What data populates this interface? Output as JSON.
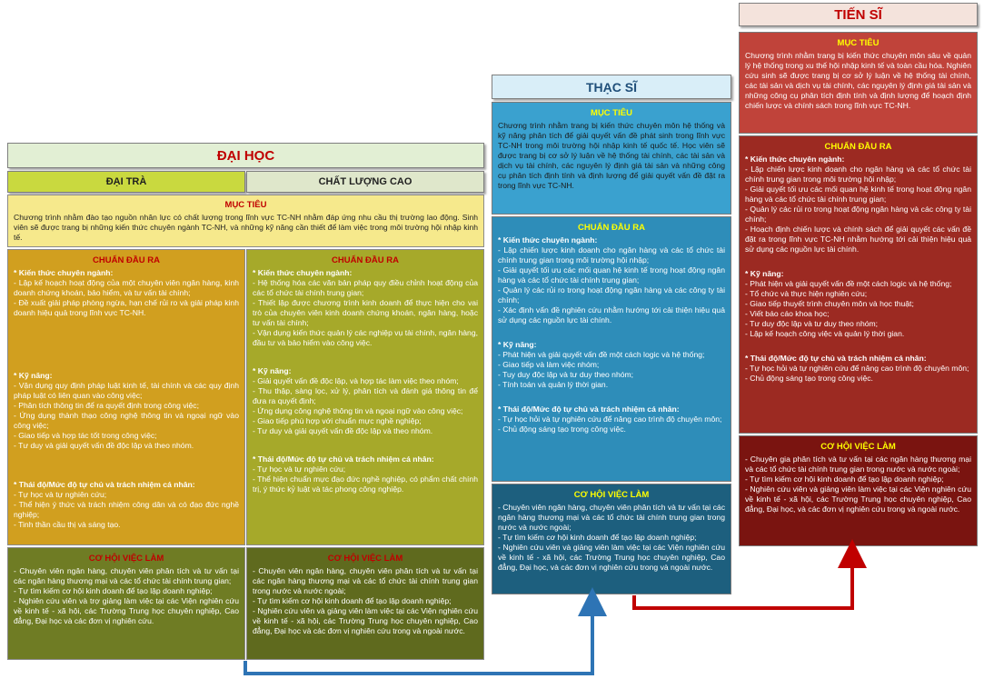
{
  "colors": {
    "dh_header_bg": "#e2efd4",
    "dh_header_text": "#c00000",
    "dai_tra_bg": "#c9d93f",
    "clc_bg": "#dfe7cb",
    "muc_tieu_dh_bg": "#f6e98c",
    "chuan_dt_bg": "#d19f1f",
    "chuan_clc_bg": "#a6a92a",
    "co_hoi_dt_bg": "#6f7c24",
    "co_hoi_clc_bg": "#5f6a1e",
    "dh_title_text": "#c00000",
    "ths_header_bg": "#d9eef8",
    "ths_header_text": "#1f4e79",
    "ths_muc_tieu_bg": "#3aa1cf",
    "ths_chuan_bg": "#2e8db9",
    "ths_co_hoi_bg": "#1d5f7e",
    "ts_header_bg": "#f4e3dc",
    "ts_header_text": "#c00000",
    "ts_muc_tieu_bg": "#c0433a",
    "ts_chuan_bg": "#9c2a22",
    "ts_co_hoi_bg": "#7a1410",
    "title_yellow": "#ffff00",
    "blue_arrow": "#2e74b5",
    "red_arrow": "#c00000"
  },
  "dai_hoc": {
    "header": "ĐẠI HỌC",
    "col_dai_tra": "ĐẠI TRÀ",
    "col_clc": "CHẤT LƯỢNG CAO",
    "muc_tieu": {
      "title": "MỤC TIÊU",
      "text": "Chương trình nhằm đào tạo nguồn nhân lực có chất lượng trong lĩnh vực TC-NH nhằm đáp ứng nhu cầu thị trường lao động. Sinh viên sẽ được trang bị những kiến thức chuyên ngành TC-NH, và những kỹ năng cần thiết để làm việc trong môi trường hội nhập kinh tế."
    },
    "dai_tra": {
      "chuan_title": "CHUẨN ĐẦU RA",
      "kien_thuc_h": "* Kiến thức chuyên ngành:",
      "kien_thuc": [
        "- Lập kế hoạch hoạt động của một chuyên viên ngân hàng, kinh doanh chứng khoán, bảo hiểm, và tư vấn tài chính;",
        "- Đề xuất giải pháp phòng ngừa, hạn chế rủi ro và giải pháp kinh doanh hiệu quả trong lĩnh vực TC-NH."
      ],
      "ky_nang_h": "* Kỹ năng:",
      "ky_nang": [
        "- Vận dụng quy định pháp luật kinh tế, tài chính và các quy định pháp luật có liên quan vào công việc;",
        "- Phân tích thông tin để ra quyết định trong công việc;",
        "- Ứng dụng thành thạo công nghệ thông tin và ngoại ngữ vào công việc;",
        "- Giao tiếp và hợp tác tốt trong công việc;",
        "- Tư duy và giải quyết vấn đề độc lập và theo nhóm."
      ],
      "thai_do_h": "* Thái độ/Mức độ tự chủ và trách nhiệm cá nhân:",
      "thai_do": [
        "- Tự học và tự nghiên cứu;",
        "- Thể hiện ý thức và trách nhiệm công dân và có đạo đức nghề nghiệp;",
        "- Tinh thần cầu thị và sáng tạo."
      ],
      "co_hoi_title": "CƠ HỘI VIỆC LÀM",
      "co_hoi": [
        "- Chuyên viên ngân hàng, chuyên viên phân tích và tư vấn tại các ngân hàng thương mại và các tổ chức tài chính trung gian;",
        "- Tự tìm kiếm cơ hội kinh doanh để tạo lập doanh nghiệp;",
        "- Nghiên cứu viên và trợ giảng làm việc tại các Viện nghiên cứu về kinh tế - xã hội, các Trường Trung học chuyên nghiệp, Cao đẳng, Đại học và các đơn vị nghiên cứu."
      ]
    },
    "clc": {
      "chuan_title": "CHUẨN ĐẦU RA",
      "kien_thuc_h": "* Kiến thức chuyên ngành:",
      "kien_thuc": [
        "- Hệ thống hóa các văn bản pháp quy điều chỉnh hoạt động của các tổ chức tài chính trung gian;",
        "- Thiết lập được chương trình kinh doanh để thực hiện cho vai trò của chuyên viên kinh doanh chứng khoán, ngân hàng, hoặc tư vấn tài chính;",
        "- Vận dụng kiến thức quản lý các nghiệp vụ tài chính, ngân hàng, đầu tư và bảo hiểm vào công việc."
      ],
      "ky_nang_h": "* Kỹ năng:",
      "ky_nang": [
        "- Giải quyết vấn đề độc lập, và hợp tác làm việc theo nhóm;",
        "- Thu thập, sàng lọc, xử lý, phân tích và đánh giá thông tin để đưa ra quyết định;",
        "- Ứng dụng công nghệ thông tin và ngoại ngữ vào công việc;",
        "- Giao tiếp phù hợp với chuẩn mực nghề nghiệp;",
        "- Tư duy và giải quyết vấn đề độc lập và theo nhóm."
      ],
      "thai_do_h": "* Thái độ/Mức độ tự chủ và trách nhiệm cá nhân:",
      "thai_do": [
        "- Tự học và tự nghiên cứu;",
        "- Thể hiện chuẩn mực đạo đức nghề nghiệp, có phẩm chất chính trị, ý thức kỷ luật và tác phong công nghiệp."
      ],
      "co_hoi_title": "CƠ HỘI VIỆC LÀM",
      "co_hoi": [
        "- Chuyên viên ngân hàng, chuyên viên phân tích và tư vấn tại các ngân hàng thương mại và các tổ chức tài chính trung gian trong nước và nước ngoài;",
        "- Tự tìm kiếm cơ hội kinh doanh để tạo lập doanh nghiệp;",
        "- Nghiên cứu viên và giảng viên làm việc tại các Viện nghiên cứu về kinh tế - xã hội, các Trường Trung học chuyên nghiệp, Cao đẳng, Đại học và các đơn vị nghiên cứu trong và ngoài nước."
      ]
    }
  },
  "thac_si": {
    "header": "THẠC SĨ",
    "muc_tieu": {
      "title": "MỤC TIÊU",
      "text": "Chương trình nhằm trang bị kiến thức chuyên môn hệ thống và kỹ năng phân tích để giải quyết vấn đề phát sinh trong lĩnh vực TC-NH trong môi trường hội nhập kinh tế quốc tế. Học viên sẽ được trang bị cơ sở lý luận về hệ thống tài chính, các tài sản và dịch vụ tài chính, các nguyên lý định giá tài sản và những công cụ phân tích định tính và định lượng để giải quyết vấn đề đặt ra trong lĩnh vực TC-NH."
    },
    "chuan_title": "CHUẨN ĐẦU RA",
    "kien_thuc_h": "* Kiến thức chuyên ngành:",
    "kien_thuc": [
      "- Lập chiến lược kinh doanh cho ngân hàng và các tổ chức tài chính trung gian trong môi trường hội nhập;",
      "- Giải quyết tối ưu các mối quan hệ kinh tế trong hoạt động ngân hàng và các tổ chức tài chính trung gian;",
      "- Quản lý các rủi ro trong hoạt động ngân hàng và các công ty tài chính;",
      "- Xác định vấn đề nghiên cứu nhằm hướng tới cải thiện hiệu quả sử dụng các nguồn lực tài chính."
    ],
    "ky_nang_h": "* Kỹ năng:",
    "ky_nang": [
      "- Phát hiện và giải quyết vấn đề một cách logic và hệ thống;",
      "- Giao tiếp và làm việc nhóm;",
      "- Tuy duy độc lập và tư duy theo nhóm;",
      "- Tính toán và quản lý thời gian."
    ],
    "thai_do_h": "* Thái độ/Mức độ tự chủ và trách nhiệm cá nhân:",
    "thai_do": [
      "- Tự học hỏi và tự nghiên cứu để nâng cao trình độ chuyên môn;",
      "- Chủ động sáng tạo trong công việc."
    ],
    "co_hoi_title": "CƠ HỘI VIỆC LÀM",
    "co_hoi": [
      "- Chuyên viên ngân hàng, chuyên viên phân tích và tư vấn tại các ngân hàng thương mại và các tổ chức tài chính trung gian trong nước và nước ngoài;",
      "- Tự tìm kiếm cơ hội kinh doanh để tạo lập doanh nghiệp;",
      "- Nghiên cứu viên và giảng viên làm việc tại các Viện nghiên cứu về kinh tế - xã hội, các Trường Trung học chuyên nghiệp, Cao đẳng, Đại học, và các đơn vị nghiên cứu trong và ngoài nước."
    ]
  },
  "tien_si": {
    "header": "TIẾN SĨ",
    "muc_tieu": {
      "title": "MỤC TIÊU",
      "text": "Chương trình nhằm trang bị kiến thức chuyên môn sâu về quản lý hệ thống trong xu thế hội nhập kinh tế và toàn cầu hóa. Nghiên cứu sinh sẽ được trang bị cơ sở lý luận về hệ thống tài chính, các tài sản và dịch vụ tài chính, các nguyên lý định giá tài sản và những công cụ phân tích định tính và định lượng để hoạch định chiến lược và chính sách trong lĩnh vực TC-NH."
    },
    "chuan_title": "CHUẨN ĐẦU RA",
    "kien_thuc_h": "* Kiến thức chuyên ngành:",
    "kien_thuc": [
      "- Lập chiến lược kinh doanh cho ngân hàng và các tổ chức tài chính trung gian trong môi trường hội nhập;",
      "- Giải quyết tối ưu các mối quan hệ kinh tế trong hoạt động ngân hàng và các tổ chức tài chính trung gian;",
      "- Quản lý các rủi ro trong hoạt động ngân hàng và các công ty tài chính;",
      "- Hoạch định chiến lược và chính sách để giải quyết các vấn đề đặt ra trong lĩnh vực TC-NH nhằm hướng tới cải thiện hiệu quả sử dụng các nguồn lực tài chính."
    ],
    "ky_nang_h": "* Kỹ năng:",
    "ky_nang": [
      "- Phát hiện và giải quyết vấn đề một cách logic và hệ thống;",
      "- Tổ chức và thực hiện nghiên cứu;",
      "- Giao tiếp thuyết trình chuyên môn và học thuật;",
      "- Viết báo cáo khoa học;",
      "- Tư duy độc lập và tư duy theo nhóm;",
      "- Lập kế hoạch công việc và quản lý thời gian."
    ],
    "thai_do_h": "* Thái độ/Mức độ tự chủ và trách nhiệm cá nhân:",
    "thai_do": [
      "- Tự học hỏi và tự nghiên cứu để nâng cao trình độ chuyên môn;",
      "- Chủ động sáng tạo trong công việc."
    ],
    "co_hoi_title": "CƠ HỘI VIỆC LÀM",
    "co_hoi": [
      "- Chuyên gia phân tích và tư vấn tại các ngân hàng thương mại và các tổ chức tài chính trung gian trong nước và nước ngoài;",
      "- Tự tìm kiếm cơ hội kinh doanh để tạo lập doanh nghiệp;",
      "- Nghiên cứu viên và giảng viên làm việc tại các Viện nghiên cứu về kinh tế - xã hội, các Trường Trung học chuyên nghiệp, Cao đẳng, Đại học, và các đơn vị nghiên cứu trong và ngoài nước."
    ]
  }
}
